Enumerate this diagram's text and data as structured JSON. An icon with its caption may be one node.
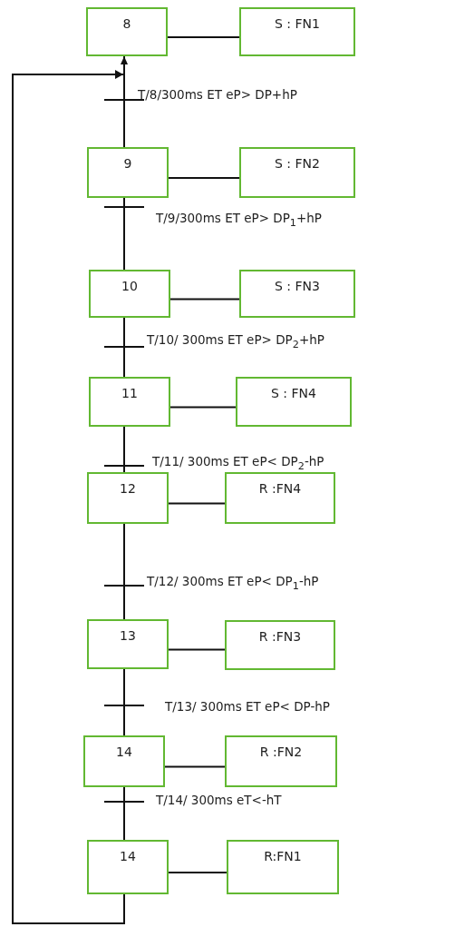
{
  "diagram": {
    "nodes": [
      {
        "text": [
          "8"
        ]
      },
      {
        "text": [
          "S : FN1"
        ]
      },
      {
        "text": [
          "9"
        ]
      },
      {
        "text": [
          "S : FN2"
        ]
      },
      {
        "text": [
          "10"
        ]
      },
      {
        "text": [
          "S : FN3"
        ]
      },
      {
        "text": [
          "11"
        ]
      },
      {
        "text": [
          "S : FN4"
        ]
      },
      {
        "text": [
          "12"
        ]
      },
      {
        "text": [
          "R :FN4"
        ]
      },
      {
        "text": [
          "13"
        ]
      },
      {
        "text": [
          "R :FN3"
        ]
      },
      {
        "text": [
          "14"
        ]
      },
      {
        "text": [
          "R :FN2"
        ]
      },
      {
        "text": [
          "14"
        ]
      },
      {
        "text": [
          "R:FN1"
        ]
      }
    ],
    "edges": [
      {
        "from": 0,
        "to": 1,
        "arrow": "none"
      },
      {
        "from": 0,
        "to": 2,
        "arrow": "none",
        "label": "T/8/300ms ET eP> DP+hP"
      },
      {
        "from": 2,
        "to": 3,
        "arrow": "none"
      },
      {
        "from": 2,
        "to": 4,
        "arrow": "none",
        "label": "T/9/300ms ET eP> DP$_{1}$+hP"
      },
      {
        "from": 4,
        "to": 5,
        "arrow": "none"
      },
      {
        "from": 4,
        "to": 6,
        "arrow": "none",
        "label": "T/10/ 300ms ET eP> DP$_{2}$+hP"
      },
      {
        "from": 6,
        "to": 7,
        "arrow": "none"
      },
      {
        "from": 6,
        "to": 8,
        "arrow": "none",
        "label": "T/11/ 300ms ET eP< DP$_{2}$-hP"
      },
      {
        "from": 8,
        "to": 9,
        "arrow": "none"
      },
      {
        "from": 8,
        "to": 10,
        "arrow": "none",
        "label": "T/12/ 300ms ET eP< DP$_{1}$-hP"
      },
      {
        "from": 10,
        "to": 11,
        "arrow": "none"
      },
      {
        "from": 10,
        "to": 12,
        "arrow": "none",
        "label": "T/13/ 300ms ET eP< DP-hP"
      },
      {
        "from": 12,
        "to": 13,
        "arrow": "none"
      },
      {
        "from": 12,
        "to": 14,
        "arrow": "none",
        "label": "T/14/ 300ms eT<-hT"
      },
      {
        "from": 14,
        "to": 15,
        "arrow": "none"
      },
      {
        "from": 14,
        "to": 0,
        "arrow": "to"
      }
    ]
  }
}
